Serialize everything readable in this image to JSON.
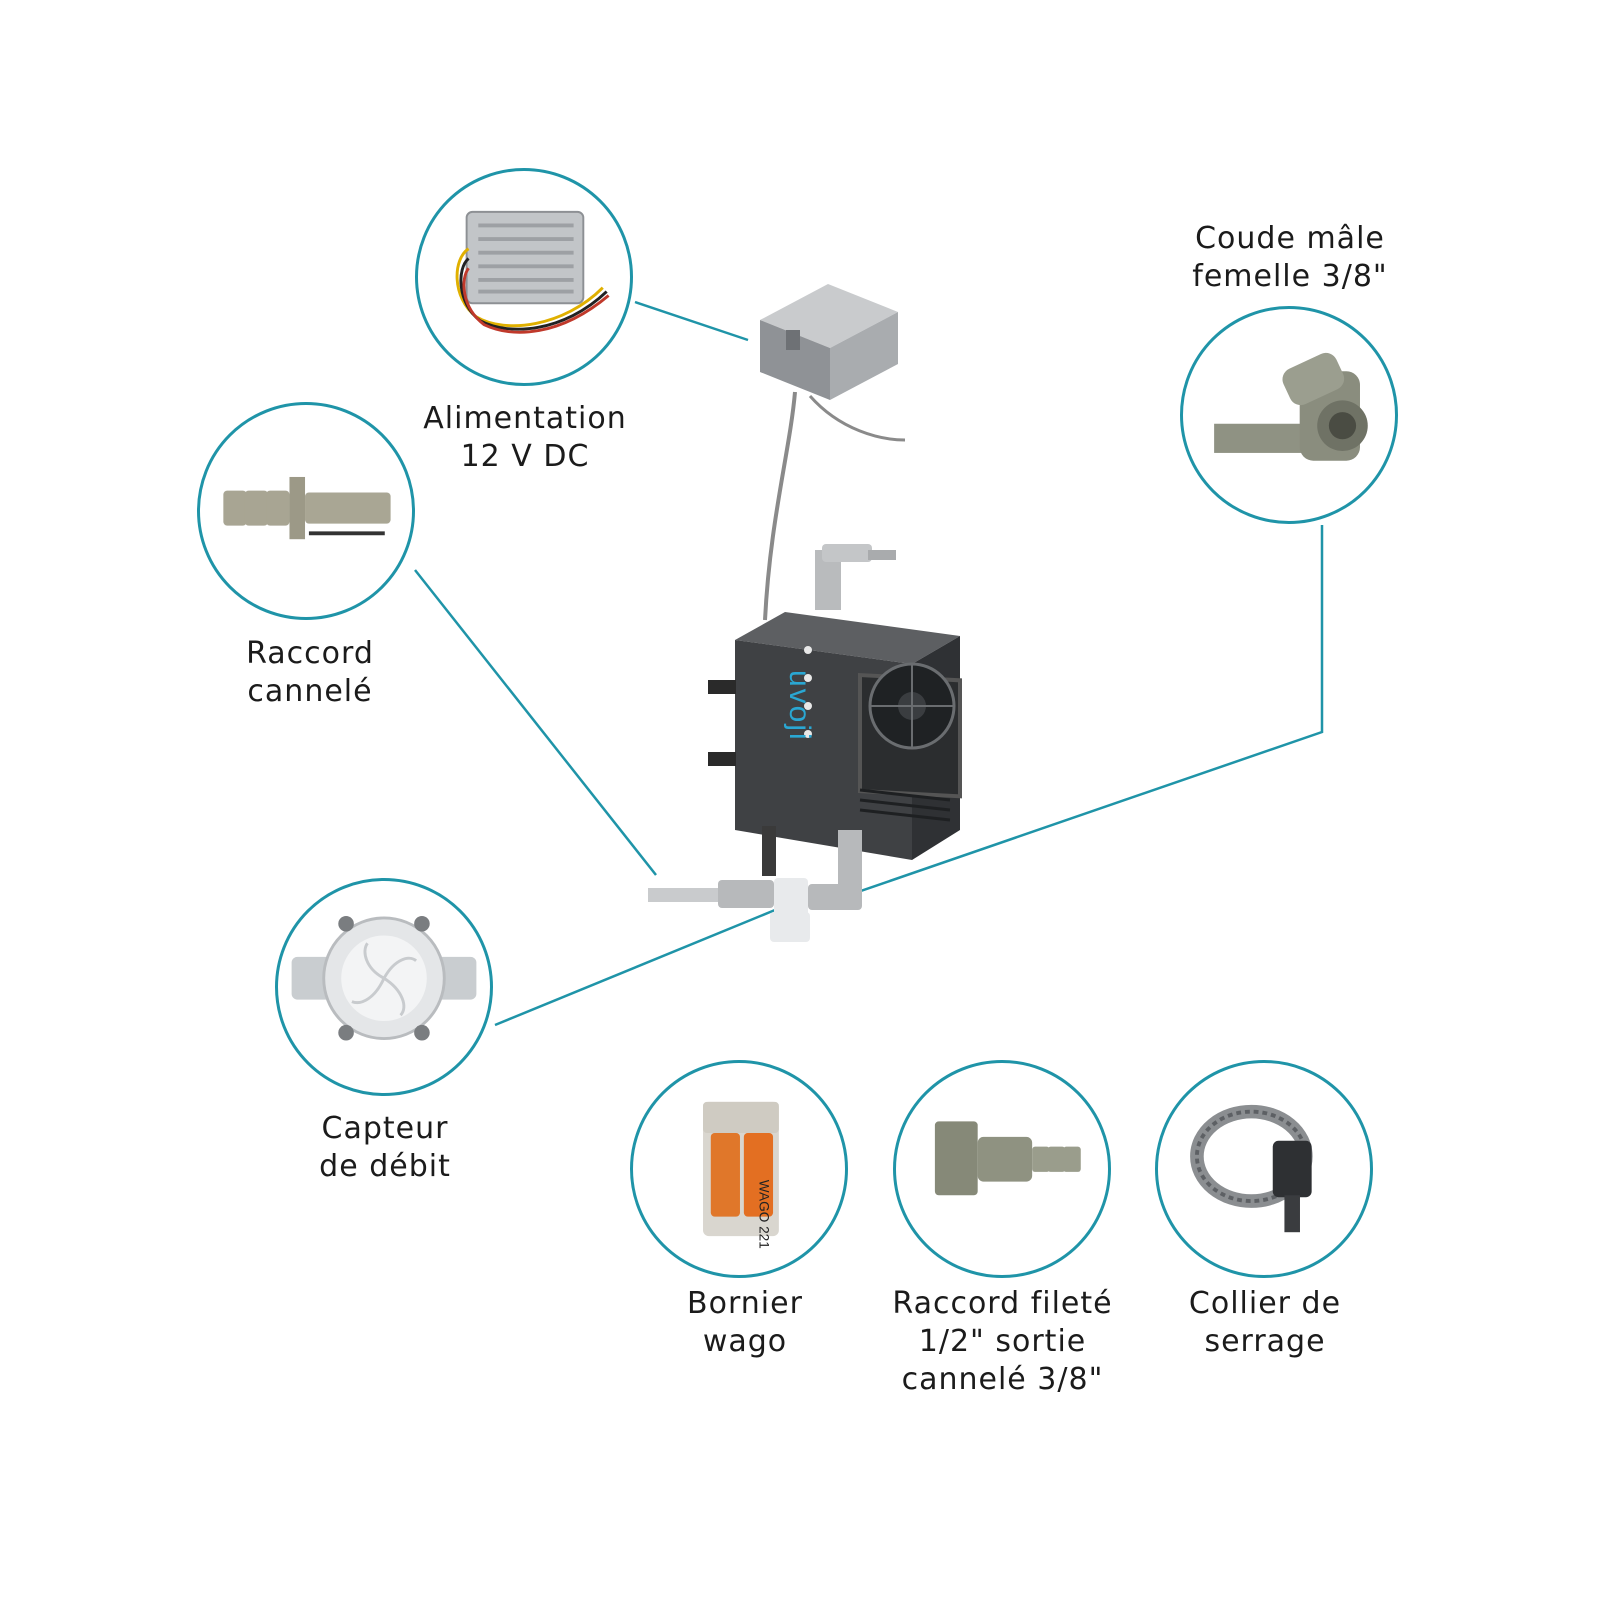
{
  "brand": "uvoji",
  "accent_color": "#1f94a8",
  "components": [
    {
      "id": "power",
      "label": "Alimentation\n12 V DC",
      "icon": "power-supply-icon"
    },
    {
      "id": "elbow",
      "label": "Coude mâle\nfemelle 3/8\"",
      "icon": "elbow-fitting-icon"
    },
    {
      "id": "barbed",
      "label": "Raccord\ncannelé",
      "icon": "barbed-fitting-icon"
    },
    {
      "id": "flow",
      "label": "Capteur\nde débit",
      "icon": "flow-sensor-icon"
    },
    {
      "id": "wago",
      "label": "Bornier\nwago",
      "icon": "wago-terminal-icon"
    },
    {
      "id": "threaded",
      "label": "Raccord fileté\n1/2\" sortie\ncannelé 3/8\"",
      "icon": "threaded-fitting-icon"
    },
    {
      "id": "clamp",
      "label": "Collier de\nserrage",
      "icon": "hose-clamp-icon"
    }
  ],
  "wago_text": "WAGO 221"
}
